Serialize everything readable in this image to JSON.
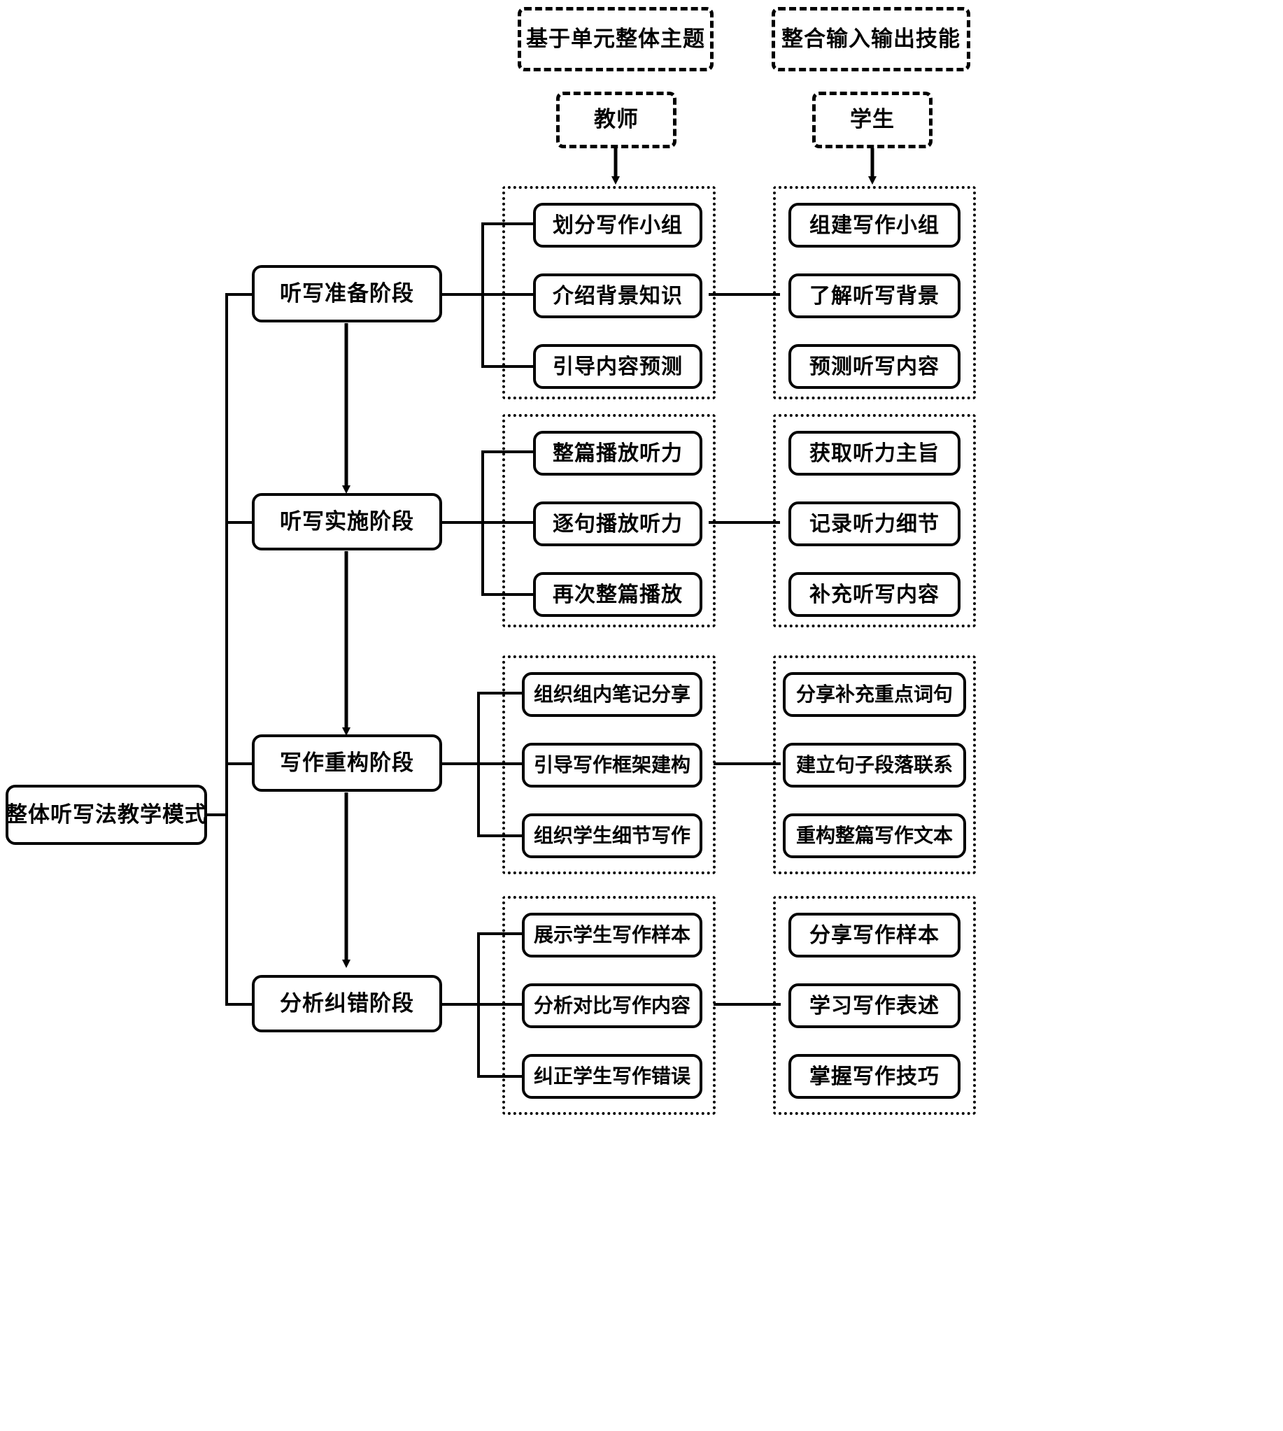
{
  "diagram": {
    "root": {
      "label": "整体听写法教学模式"
    },
    "headers": [
      {
        "id": "theme-header",
        "label": "基于单元整体主题"
      },
      {
        "id": "skills-header",
        "label": "整合输入输出技能"
      }
    ],
    "roles": [
      {
        "id": "teacher-role",
        "label": "教师"
      },
      {
        "id": "student-role",
        "label": "学生"
      }
    ],
    "stages": [
      {
        "id": "stage-preparation",
        "label": "听写准备阶段",
        "teacher_actions": [
          "划分写作小组",
          "介绍背景知识",
          "引导内容预测"
        ],
        "student_actions": [
          "组建写作小组",
          "了解听写背景",
          "预测听写内容"
        ]
      },
      {
        "id": "stage-implementation",
        "label": "听写实施阶段",
        "teacher_actions": [
          "整篇播放听力",
          "逐句播放听力",
          "再次整篇播放"
        ],
        "student_actions": [
          "获取听力主旨",
          "记录听力细节",
          "补充听写内容"
        ]
      },
      {
        "id": "stage-reconstruction",
        "label": "写作重构阶段",
        "teacher_actions": [
          "组织组内笔记分享",
          "引导写作框架建构",
          "组织学生细节写作"
        ],
        "student_actions": [
          "分享补充重点词句",
          "建立句子段落联系",
          "重构整篇写作文本"
        ]
      },
      {
        "id": "stage-analysis",
        "label": "分析纠错阶段",
        "teacher_actions": [
          "展示学生写作样本",
          "分析对比写作内容",
          "纠正学生写作错误"
        ],
        "student_actions": [
          "分享写作样本",
          "学习写作表述",
          "掌握写作技巧"
        ]
      }
    ]
  }
}
